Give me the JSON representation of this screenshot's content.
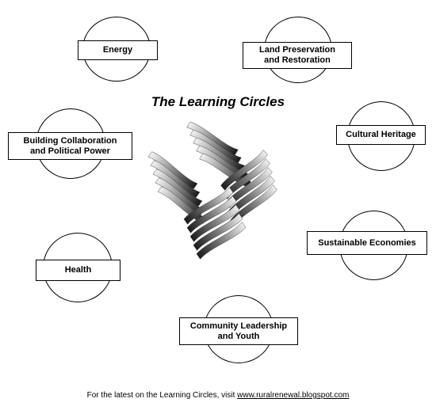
{
  "title": "The Learning Circles",
  "circles": [
    {
      "id": "energy",
      "label": "Energy"
    },
    {
      "id": "land",
      "label": "Land Preservation\nand Restoration"
    },
    {
      "id": "collab",
      "label": "Building Collaboration\nand Political Power"
    },
    {
      "id": "cultural",
      "label": "Cultural Heritage"
    },
    {
      "id": "economies",
      "label": "Sustainable Economies"
    },
    {
      "id": "health",
      "label": "Health"
    },
    {
      "id": "community",
      "label": "Community Leadership\nand Youth"
    }
  ],
  "footer": {
    "text": "For the latest on the Learning Circles, visit ",
    "link": "www.ruralrenewal.blogspot.com"
  }
}
